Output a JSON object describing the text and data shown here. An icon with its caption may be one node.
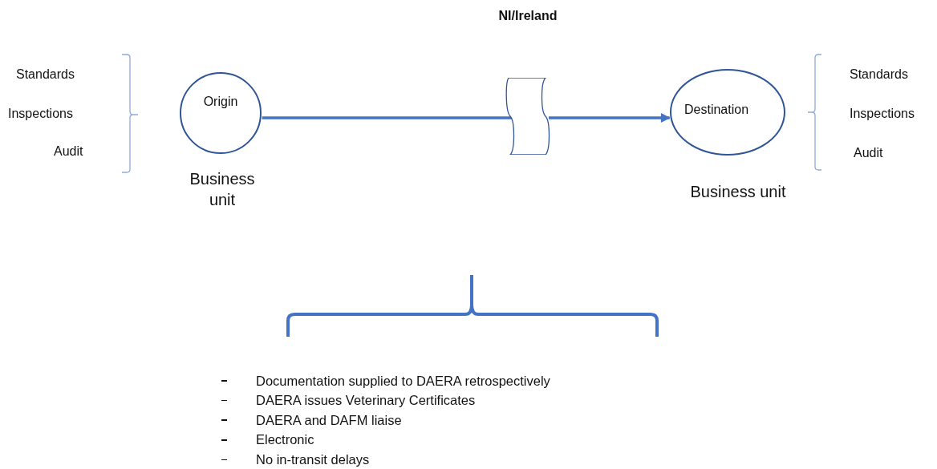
{
  "diagram": {
    "nodes": [
      {
        "text": [
          "Origin"
        ],
        "beside": [
          "Business unit"
        ]
      },
      {
        "text": [
          "NI/Ireland"
        ]
      },
      {
        "text": [
          "Destination"
        ],
        "beside": [
          "Business unit"
        ]
      }
    ],
    "edges": [
      {
        "from": 0,
        "to": 1,
        "arrow": "none"
      },
      {
        "from": 1,
        "to": 2,
        "arrow": "to"
      }
    ],
    "labels": [
      "Standards",
      "Inspections",
      "Audit",
      "Standards",
      "Inspections",
      "Audit",
      "Documentation supplied to DAERA retrospectively",
      "DAERA issues Veterinary Certificates",
      "DAERA and DAFM liaise",
      "Electronic",
      "No in-transit delays"
    ]
  }
}
